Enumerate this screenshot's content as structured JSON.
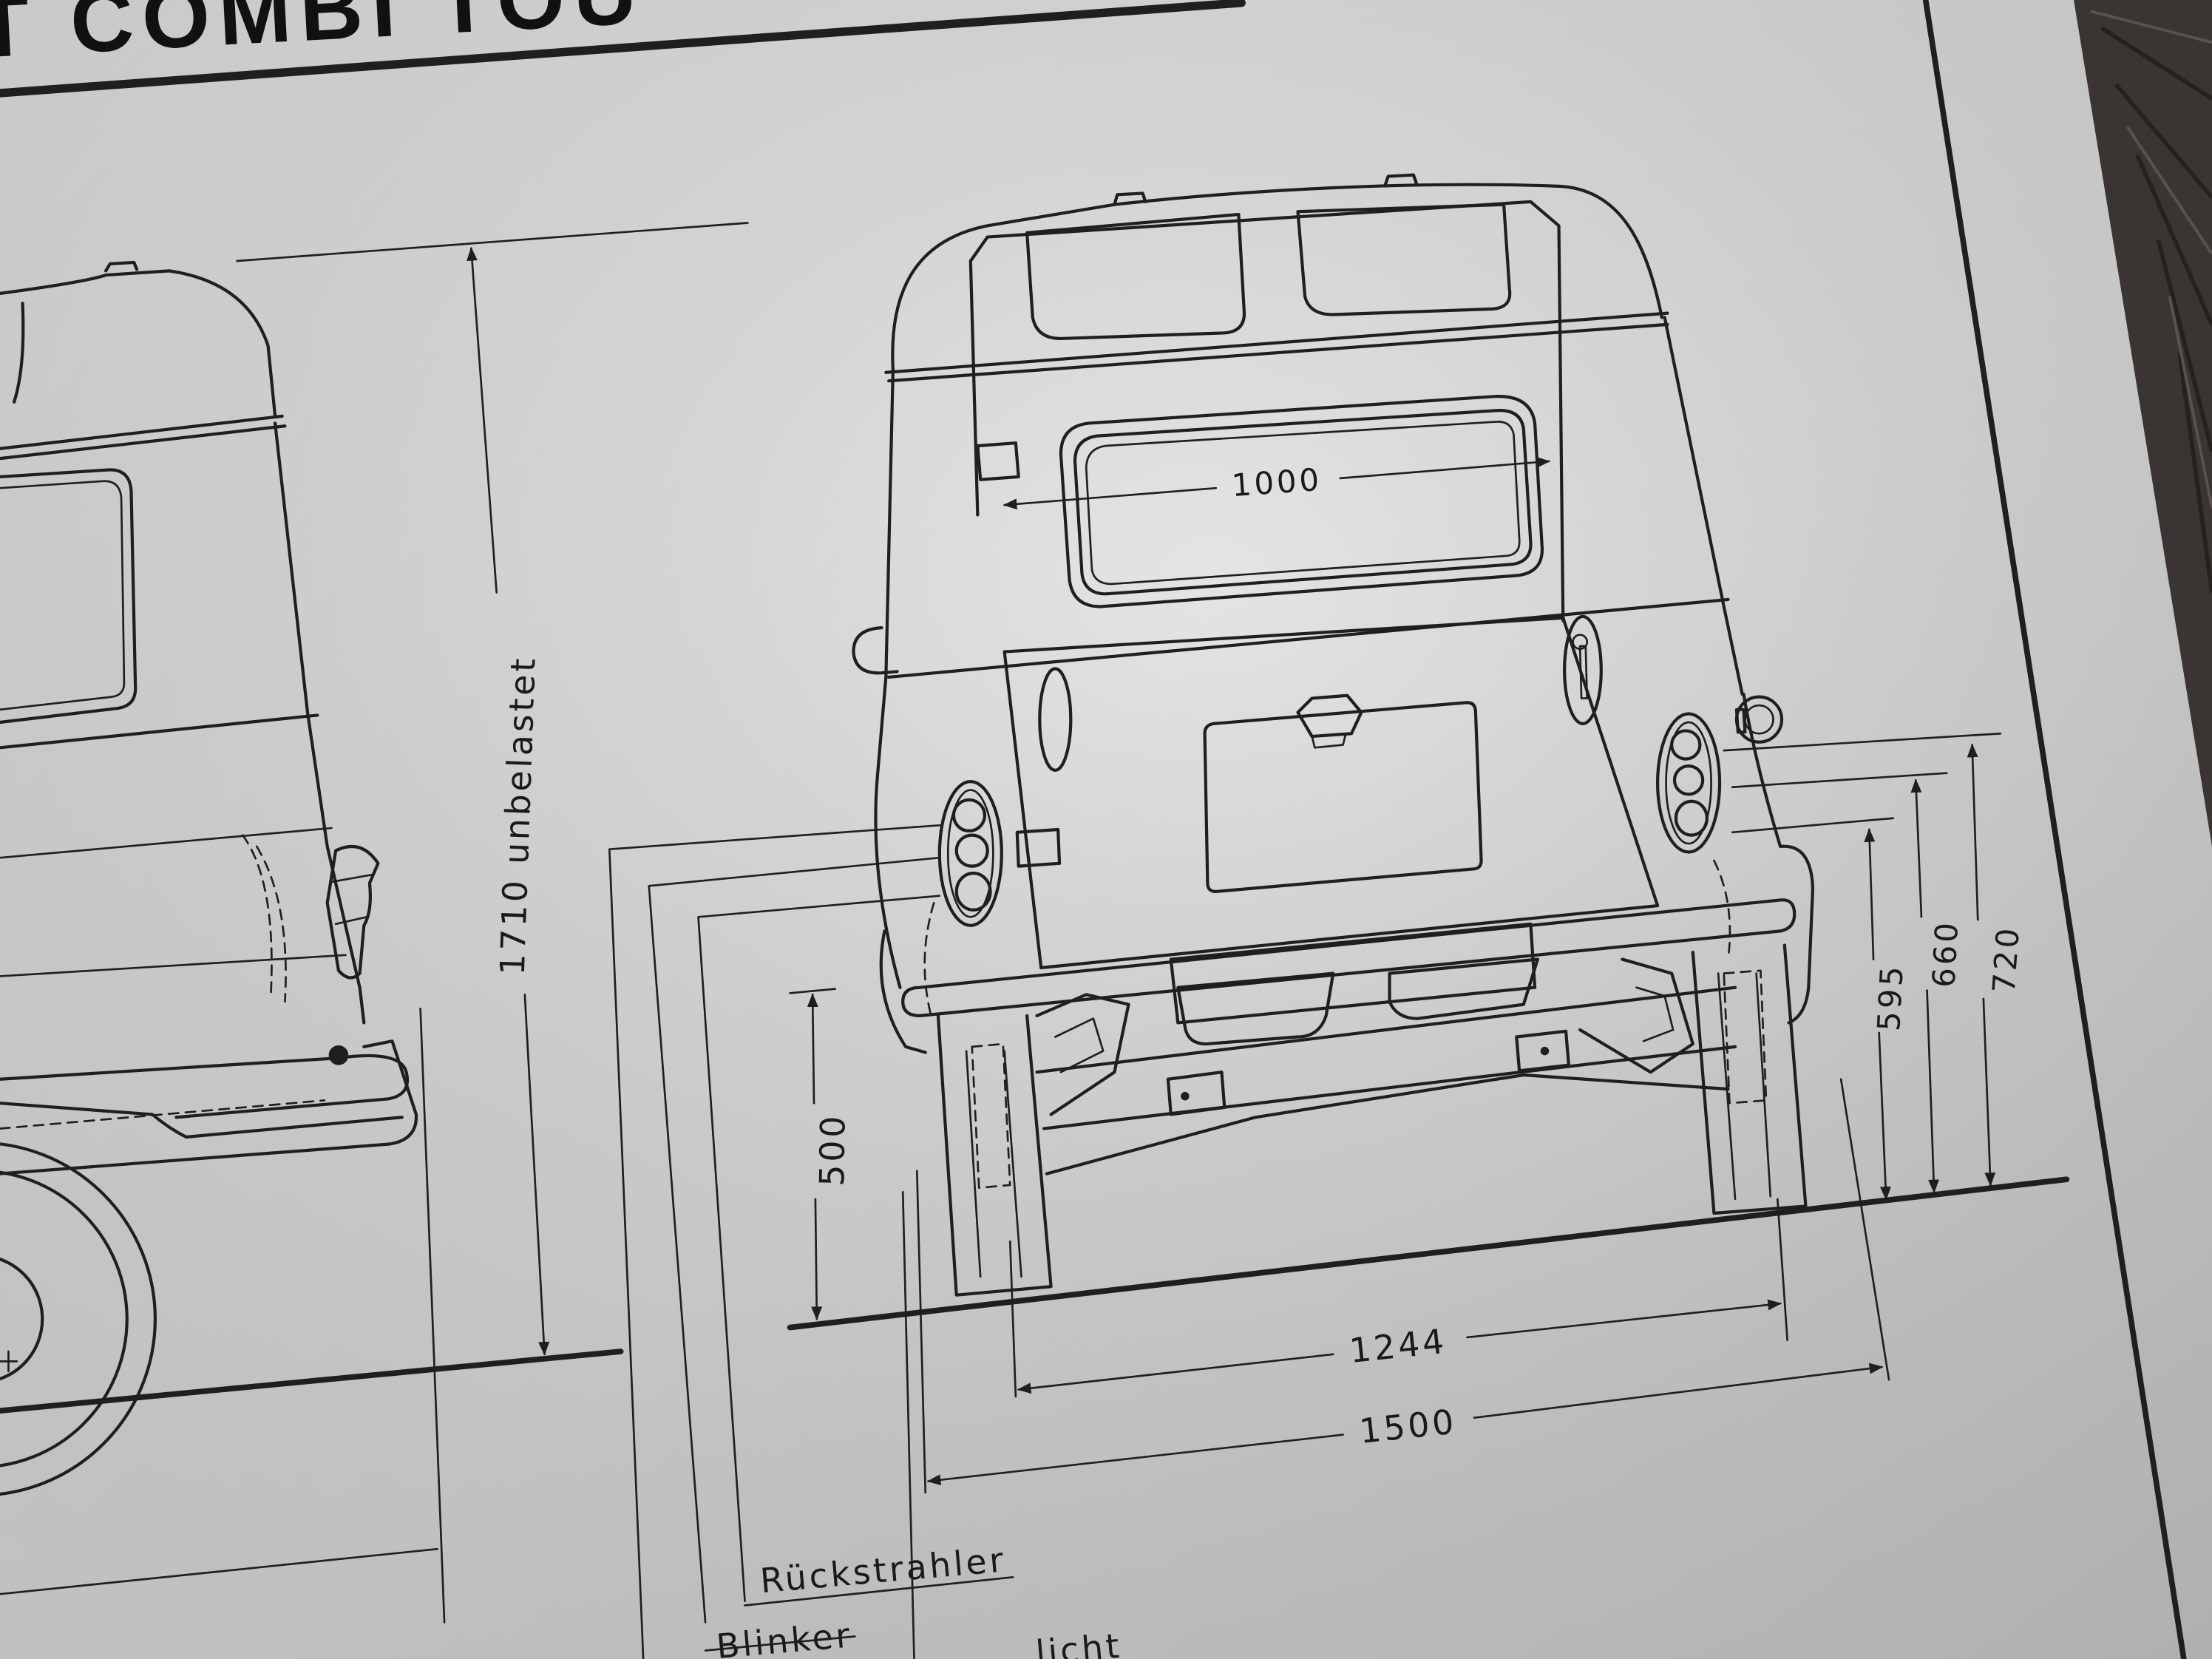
{
  "title": "T COMBI TOU",
  "dimensions": {
    "window_width": "1000",
    "height_unladen": "1710 unbelastet",
    "floor_height": "500",
    "track_width": "1244",
    "overall_width": "1500",
    "reflector_height": "595",
    "indicator_height": "660",
    "lamp_height": "720"
  },
  "labels": {
    "reflector": "Rückstrahler",
    "indicator": "Blinker",
    "lamp": "licht"
  },
  "colors": {
    "paper": "#dcdcdc",
    "ink": "#1f1f1f",
    "table_wood": "#3a3533"
  }
}
